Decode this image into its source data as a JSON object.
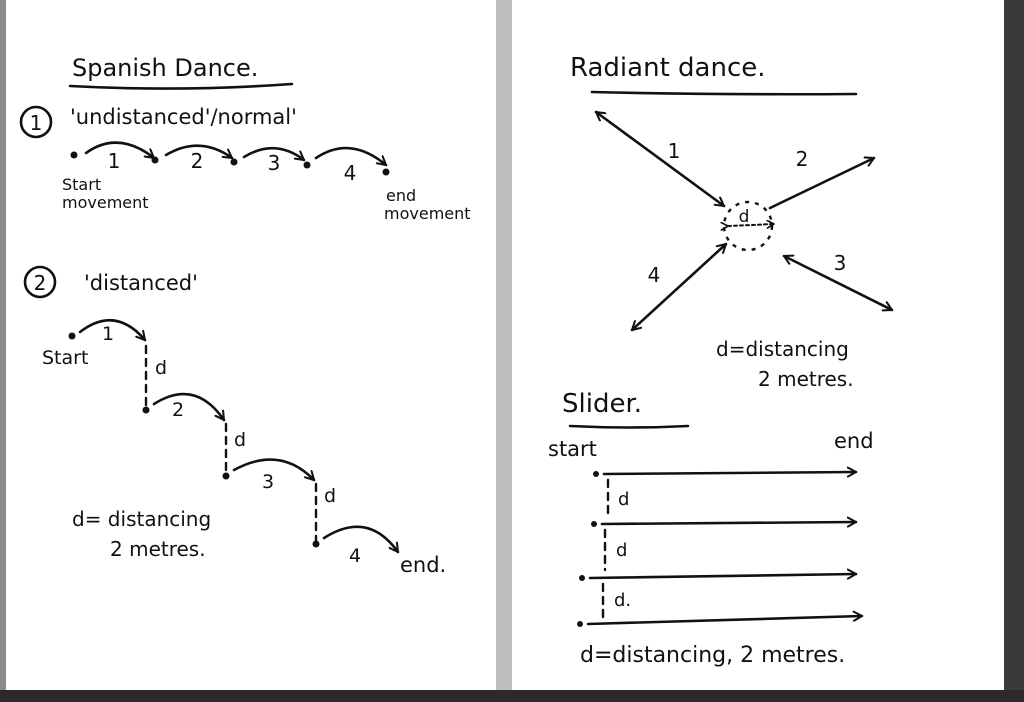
{
  "spanish": {
    "title": "Spanish Dance.",
    "section1": {
      "number": "1",
      "label": "'undistanced'/normal'"
    },
    "steps": [
      "1",
      "2",
      "3",
      "4"
    ],
    "start_line1": "Start",
    "start_line2": "movement",
    "end_line1": "end",
    "end_line2": "movement",
    "section2": {
      "number": "2",
      "label": "'distanced'"
    },
    "start2": "Start",
    "d": "d",
    "end2": "end.",
    "note_line1": "d= distancing",
    "note_line2": "2 metres."
  },
  "radiant": {
    "title": "Radiant dance.",
    "arrows": [
      "1",
      "2",
      "3",
      "4"
    ],
    "center": "d",
    "note_line1": "d=distancing",
    "note_line2": "2 metres."
  },
  "slider": {
    "title": "Slider.",
    "start": "start",
    "end": "end",
    "d_labels": [
      "d",
      "d",
      "d."
    ],
    "note": "d=distancing, 2 metres."
  }
}
